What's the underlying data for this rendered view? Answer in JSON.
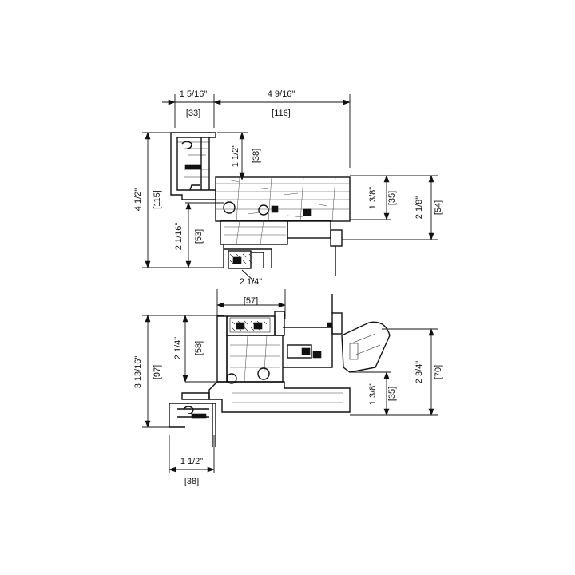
{
  "dimensions": {
    "top_left_width_in": "1 5/16\"",
    "top_left_width_mm": "[33]",
    "top_main_width_in": "4 9/16\"",
    "top_main_width_mm": "[116]",
    "head_height_in": "1 1/2\"",
    "head_height_mm": "[38]",
    "overall_height_in": "4 1/2\"",
    "overall_height_mm": "[115]",
    "mid_height_in": "2 1/16\"",
    "mid_height_mm": "[53]",
    "right_small_in": "1 3/8\"",
    "right_small_mm": "[35]",
    "right_large_in": "2 1/8\"",
    "right_large_mm": "[54]",
    "top_bottom_label_in": "2 1/4\"",
    "bottom_top_mm": "[57]",
    "bottom_overall_in": "3 13/16\"",
    "bottom_overall_mm": "[97]",
    "bottom_mid_in": "2 1/4\"",
    "bottom_mid_mm": "[58]",
    "bottom_right_small_in": "1 3/8\"",
    "bottom_right_small_mm": "[35]",
    "bottom_right_large_in": "2 3/4\"",
    "bottom_right_large_mm": "[70]",
    "bottom_width_in": "1 1/2\"",
    "bottom_width_mm": "[38]"
  }
}
